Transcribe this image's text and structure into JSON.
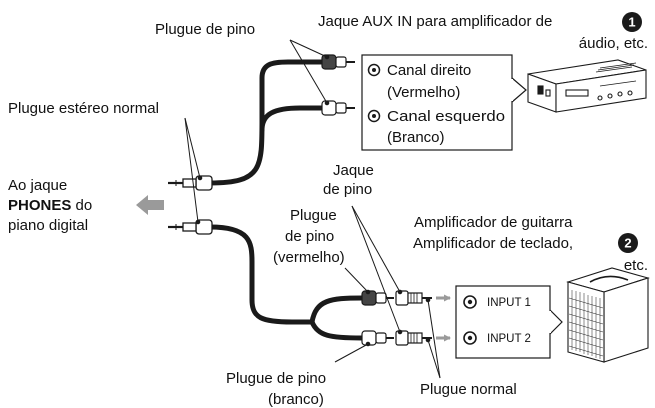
{
  "labels": {
    "plugue_de_pino_top": "Plugue de pino",
    "jaque_aux": "Jaque AUX IN para amplificador de",
    "audio_etc": "áudio, etc.",
    "canal_direito": "Canal direito",
    "vermelho": "(Vermelho)",
    "canal_esquerdo": "Canal esquerdo",
    "branco": "(Branco)",
    "plugue_estereo": "Plugue estéreo normal",
    "ao_jaque": "Ao jaque",
    "phones": "PHONES",
    "do": " do",
    "piano_digital": "piano digital",
    "jaque": "Jaque",
    "de_pino": "de pino",
    "plugue_pino_verm_1": "Plugue",
    "plugue_pino_verm_2": "de pino",
    "plugue_pino_verm_3": "(vermelho)",
    "amp_guitarra": "Amplificador de guitarra",
    "amp_teclado": "Amplificador de teclado,",
    "etc": "etc.",
    "input1": "INPUT 1",
    "input2": "INPUT 2",
    "plugue_pino_branco_1": "Plugue de pino",
    "plugue_pino_branco_2": "(branco)",
    "plugue_normal": "Plugue normal"
  },
  "badges": {
    "one": "1",
    "two": "2"
  }
}
